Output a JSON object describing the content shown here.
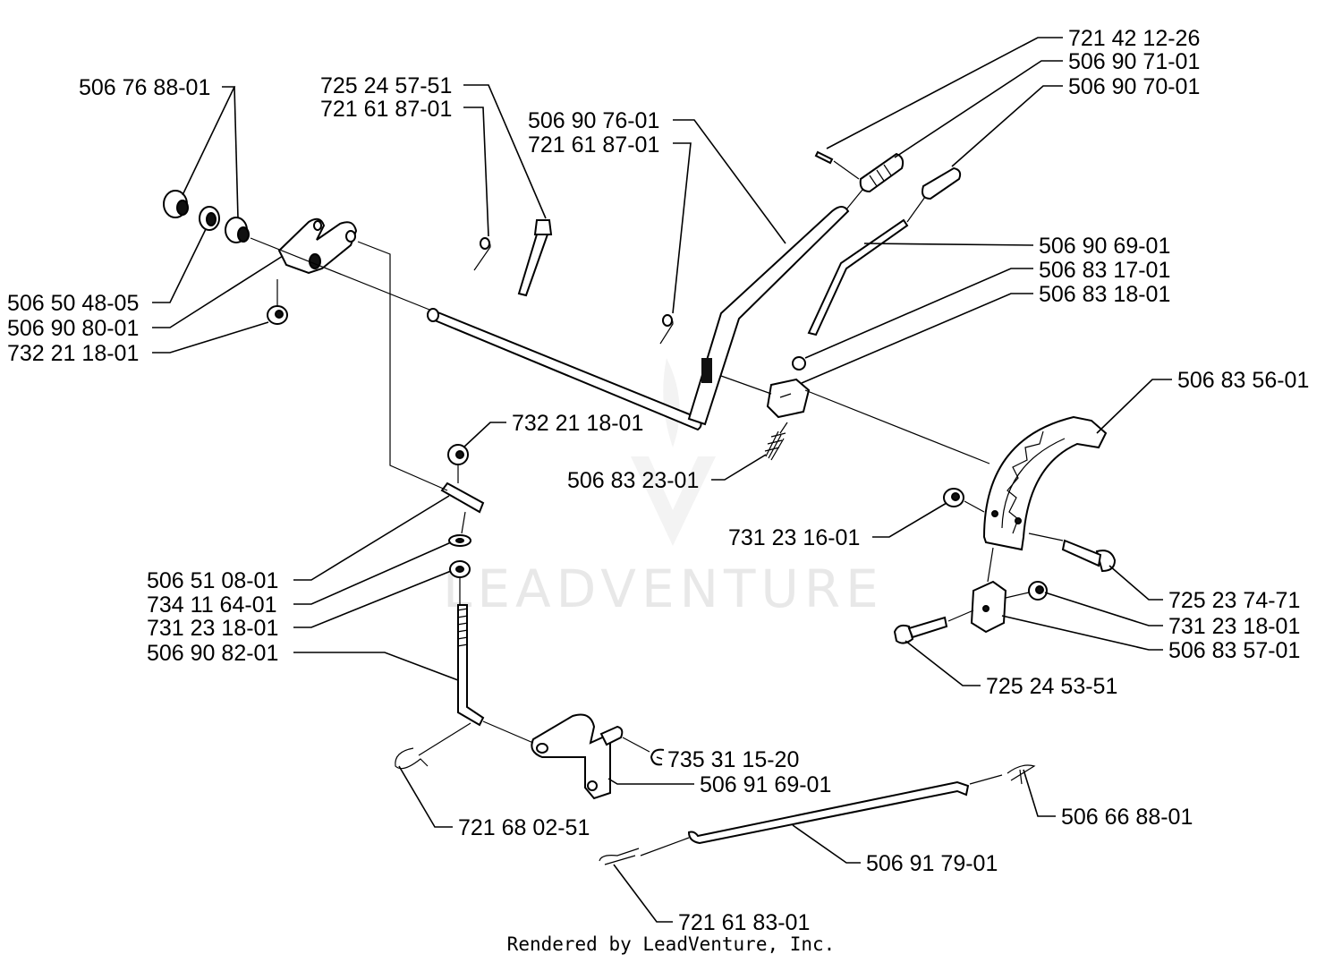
{
  "watermark": "LEADVENTURE",
  "footer": "Rendered by LeadVenture, Inc.",
  "labels": {
    "p1": "506 76 88-01",
    "p2": "725 24 57-51",
    "p3": "721 61 87-01",
    "p4": "506 90 76-01",
    "p5": "721 61 87-01",
    "p6": "721 42 12-26",
    "p7": "506 90 71-01",
    "p8": "506 90 70-01",
    "p9": "506 90 69-01",
    "p10": "506 83 17-01",
    "p11": "506 83 18-01",
    "p12": "506 83 56-01",
    "p13": "506 50 48-05",
    "p14": "506 90 80-01",
    "p15": "732 21 18-01",
    "p16": "732 21 18-01",
    "p17": "506 83 23-01",
    "p18": "731 23 16-01",
    "p19": "506 51 08-01",
    "p20": "734 11 64-01",
    "p21": "731 23 18-01",
    "p22": "506 90 82-01",
    "p23": "725 23 74-71",
    "p24": "731 23 18-01",
    "p25": "506 83 57-01",
    "p26": "725 24 53-51",
    "p27": "735 31 15-20",
    "p28": "506 91 69-01",
    "p29": "721 68 02-51",
    "p30": "506 66 88-01",
    "p31": "506 91 79-01",
    "p32": "721 61 83-01"
  }
}
